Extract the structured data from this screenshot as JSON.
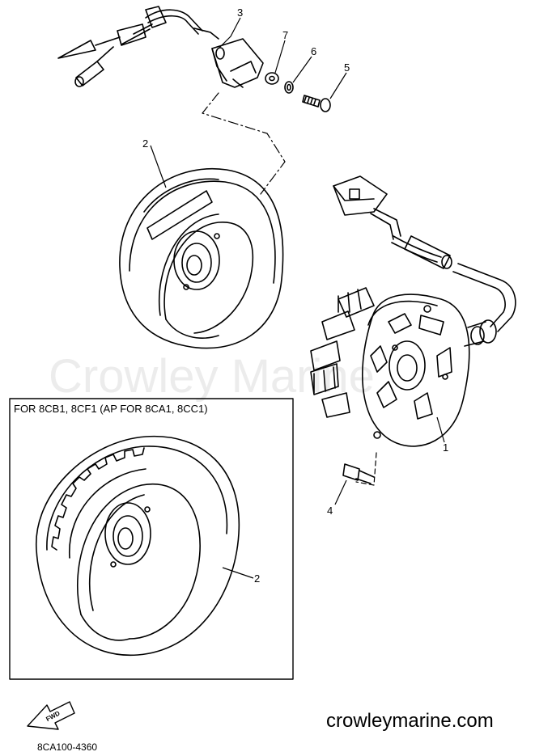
{
  "watermark": "Crowley Marine",
  "inset": {
    "title": "FOR 8CB1, 8CF1 (AP FOR 8CA1, 8CC1)"
  },
  "callouts": [
    {
      "id": "c1",
      "label": "1"
    },
    {
      "id": "c2a",
      "label": "2"
    },
    {
      "id": "c2b",
      "label": "2"
    },
    {
      "id": "c3",
      "label": "3"
    },
    {
      "id": "c4",
      "label": "4"
    },
    {
      "id": "c5",
      "label": "5"
    },
    {
      "id": "c6",
      "label": "6"
    },
    {
      "id": "c7",
      "label": "7"
    }
  ],
  "fwd_badge": "FWD",
  "diagram_code": "8CA100-4360",
  "website": "crowleymarine.com",
  "icons": [
    "forward-arrow-icon"
  ]
}
